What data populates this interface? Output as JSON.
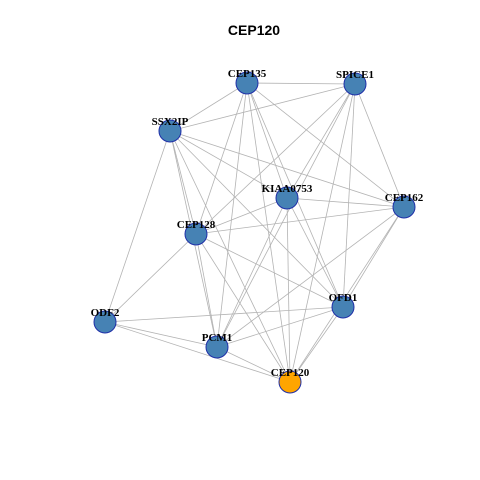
{
  "title": "CEP120",
  "colors": {
    "node_fill": "#4682B4",
    "highlight_fill": "#FFA500",
    "node_border": "#1F2FA8",
    "edge": "#B3B3B3"
  },
  "nodes": [
    {
      "id": "CEP135",
      "highlight": false
    },
    {
      "id": "SPICE1",
      "highlight": false
    },
    {
      "id": "SSX2IP",
      "highlight": false
    },
    {
      "id": "KIAA0753",
      "highlight": false
    },
    {
      "id": "CEP162",
      "highlight": false
    },
    {
      "id": "CEP128",
      "highlight": false
    },
    {
      "id": "OFD1",
      "highlight": false
    },
    {
      "id": "ODF2",
      "highlight": false
    },
    {
      "id": "PCM1",
      "highlight": false
    },
    {
      "id": "CEP120",
      "highlight": true
    }
  ],
  "edges": [
    [
      "CEP135",
      "SPICE1"
    ],
    [
      "CEP135",
      "SSX2IP"
    ],
    [
      "CEP135",
      "KIAA0753"
    ],
    [
      "CEP135",
      "CEP162"
    ],
    [
      "CEP135",
      "CEP128"
    ],
    [
      "CEP135",
      "OFD1"
    ],
    [
      "CEP135",
      "PCM1"
    ],
    [
      "CEP135",
      "CEP120"
    ],
    [
      "SPICE1",
      "SSX2IP"
    ],
    [
      "SPICE1",
      "KIAA0753"
    ],
    [
      "SPICE1",
      "CEP162"
    ],
    [
      "SPICE1",
      "CEP128"
    ],
    [
      "SPICE1",
      "OFD1"
    ],
    [
      "SPICE1",
      "PCM1"
    ],
    [
      "SPICE1",
      "CEP120"
    ],
    [
      "SSX2IP",
      "KIAA0753"
    ],
    [
      "SSX2IP",
      "CEP162"
    ],
    [
      "SSX2IP",
      "CEP128"
    ],
    [
      "SSX2IP",
      "OFD1"
    ],
    [
      "SSX2IP",
      "ODF2"
    ],
    [
      "SSX2IP",
      "PCM1"
    ],
    [
      "SSX2IP",
      "CEP120"
    ],
    [
      "KIAA0753",
      "CEP162"
    ],
    [
      "KIAA0753",
      "CEP128"
    ],
    [
      "KIAA0753",
      "OFD1"
    ],
    [
      "KIAA0753",
      "PCM1"
    ],
    [
      "KIAA0753",
      "CEP120"
    ],
    [
      "CEP162",
      "CEP128"
    ],
    [
      "CEP162",
      "OFD1"
    ],
    [
      "CEP162",
      "CEP120"
    ],
    [
      "CEP162",
      "PCM1"
    ],
    [
      "CEP128",
      "ODF2"
    ],
    [
      "CEP128",
      "PCM1"
    ],
    [
      "CEP128",
      "CEP120"
    ],
    [
      "CEP128",
      "OFD1"
    ],
    [
      "OFD1",
      "ODF2"
    ],
    [
      "OFD1",
      "PCM1"
    ],
    [
      "OFD1",
      "CEP120"
    ],
    [
      "ODF2",
      "PCM1"
    ],
    [
      "ODF2",
      "CEP120"
    ],
    [
      "PCM1",
      "CEP120"
    ]
  ]
}
